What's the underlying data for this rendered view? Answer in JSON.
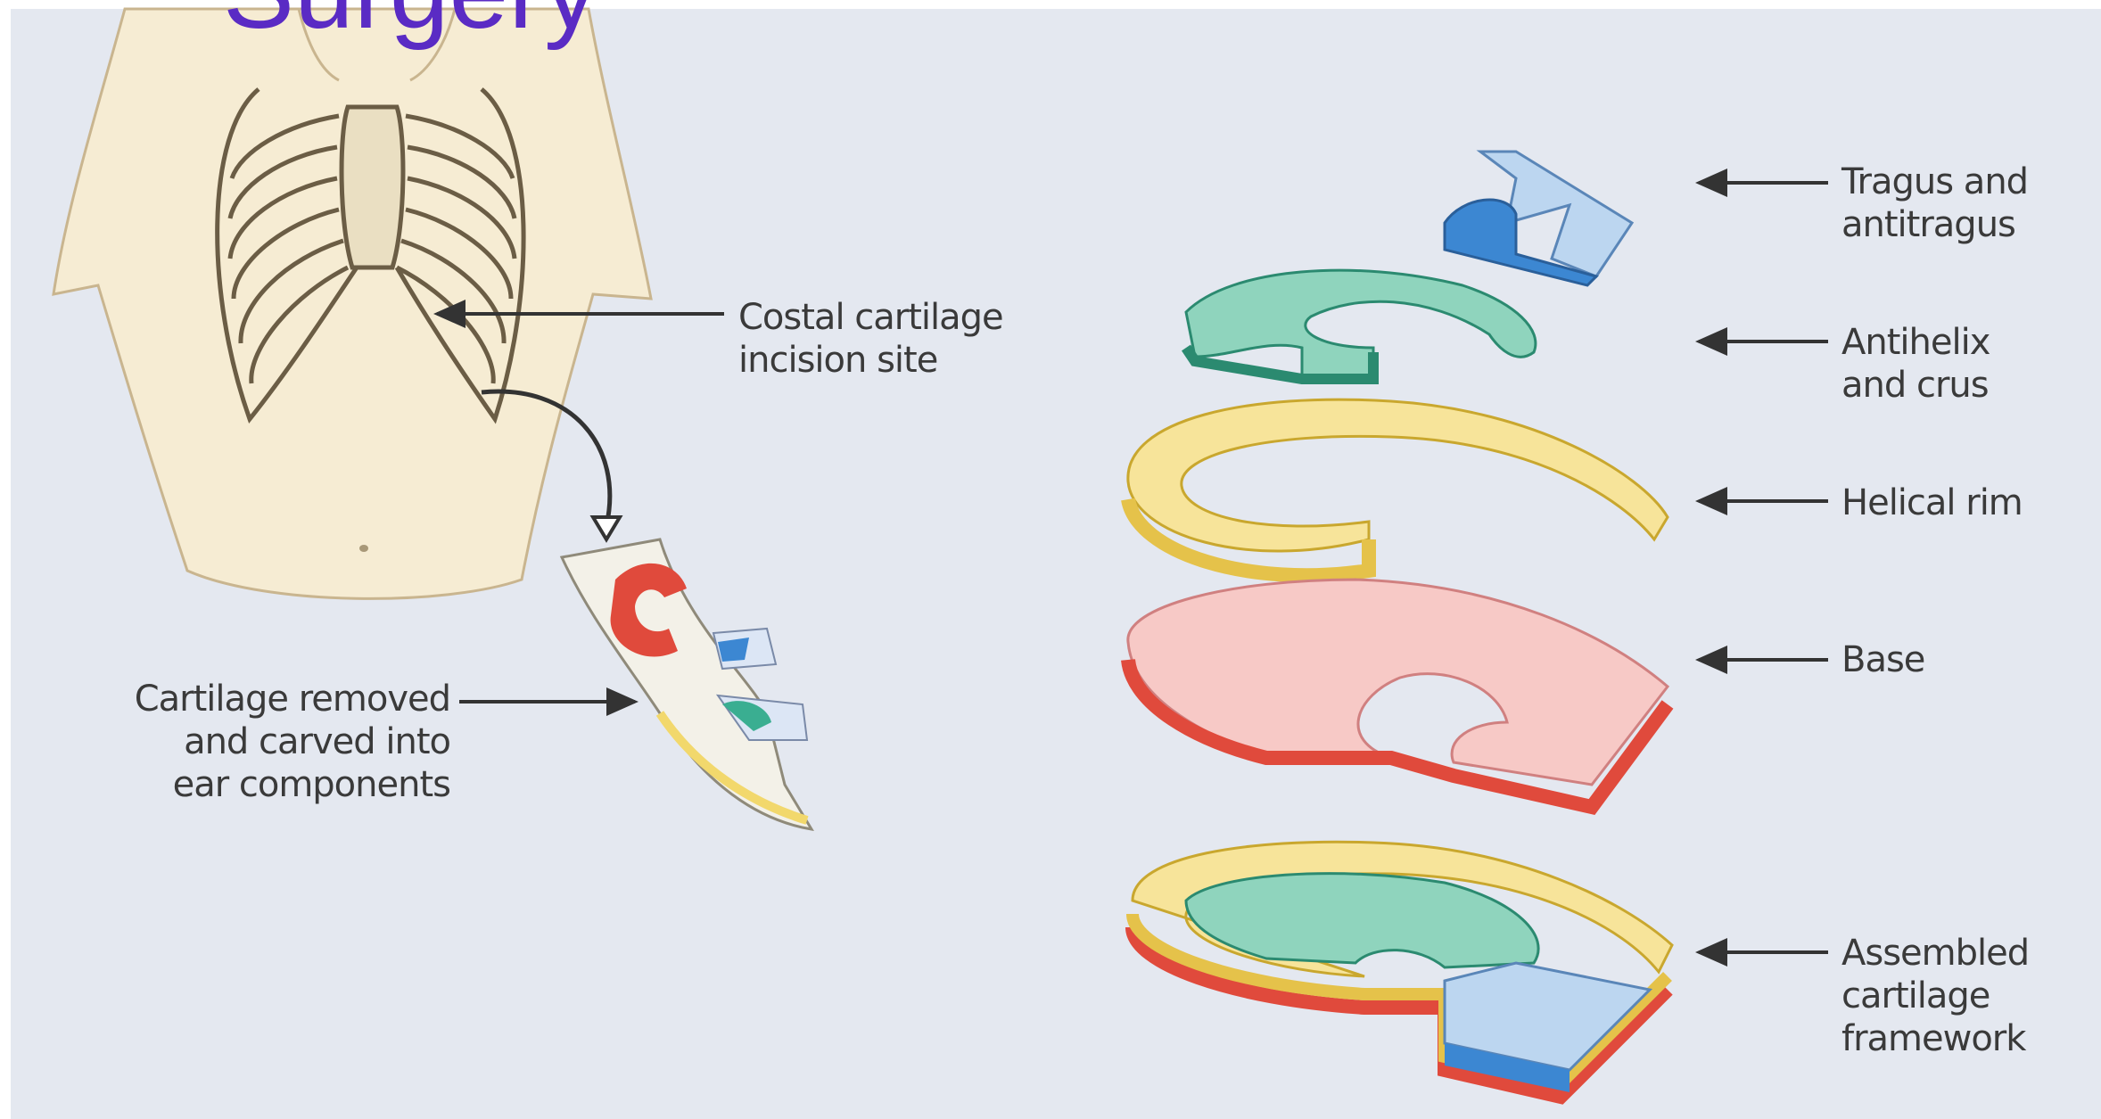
{
  "title": "Surgery",
  "labels": {
    "costal_site": [
      "Costal cartilage",
      "incision site"
    ],
    "carved": [
      "Cartilage removed",
      "and carved into",
      "ear components"
    ],
    "tragus": [
      "Tragus and",
      "antitragus"
    ],
    "antihelix": [
      "Antihelix",
      "and crus"
    ],
    "helical_rim": [
      "Helical rim"
    ],
    "base": [
      "Base"
    ],
    "assembled": [
      "Assembled",
      "cartilage",
      "framework"
    ]
  },
  "colors": {
    "background": "#e4e8f0",
    "title": "#5a2bc4",
    "skin": "#f6ecd3",
    "yellow": "#f2d86c",
    "green": "#3aae91",
    "pink": "#f4a6a6",
    "red": "#e04a3c",
    "blue": "#3c87d2"
  }
}
